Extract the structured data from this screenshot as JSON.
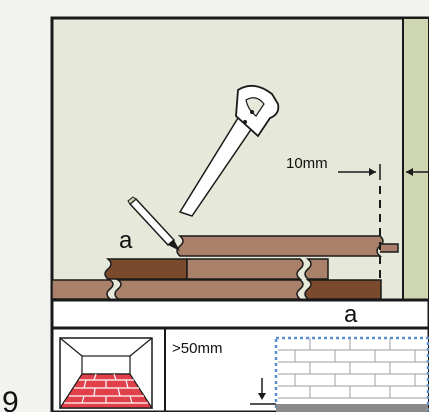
{
  "step_number": "9",
  "main": {
    "gap_label": "10mm",
    "label_pencil": "a",
    "label_bottom": "a"
  },
  "lower_panels": {
    "clearance_label": ">50mm"
  },
  "colors": {
    "wall": "#e6e8da",
    "baseboard": "#cfd6b2",
    "outline": "#1a1a1a",
    "plank_light": "#a9806a",
    "plank_dark": "#7a4a2c",
    "brick": "#e0404a"
  }
}
